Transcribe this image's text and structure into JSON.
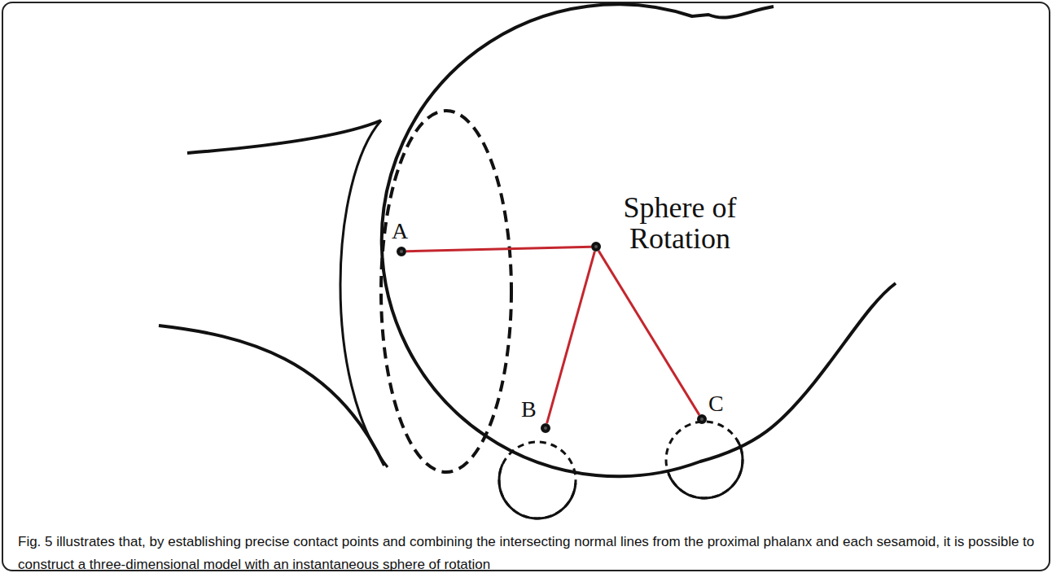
{
  "diagram": {
    "caption": "Fig. 5 illustrates that, by establishing precise contact points and combining the intersecting normal lines from the proximal phalanx and each sesamoid, it is possible to construct a three-dimensional model with an instantaneous sphere of rotation",
    "nodes": [
      {
        "text": [
          "A"
        ]
      },
      {
        "text": [
          "Sphere of Rotation"
        ]
      },
      {
        "text": [
          "B"
        ]
      },
      {
        "text": [
          "C"
        ]
      }
    ],
    "edges": [
      {
        "from": 1,
        "to": 0,
        "arrow": "none"
      },
      {
        "from": 1,
        "to": 2,
        "arrow": "none"
      },
      {
        "from": 1,
        "to": 3,
        "arrow": "none"
      }
    ]
  }
}
